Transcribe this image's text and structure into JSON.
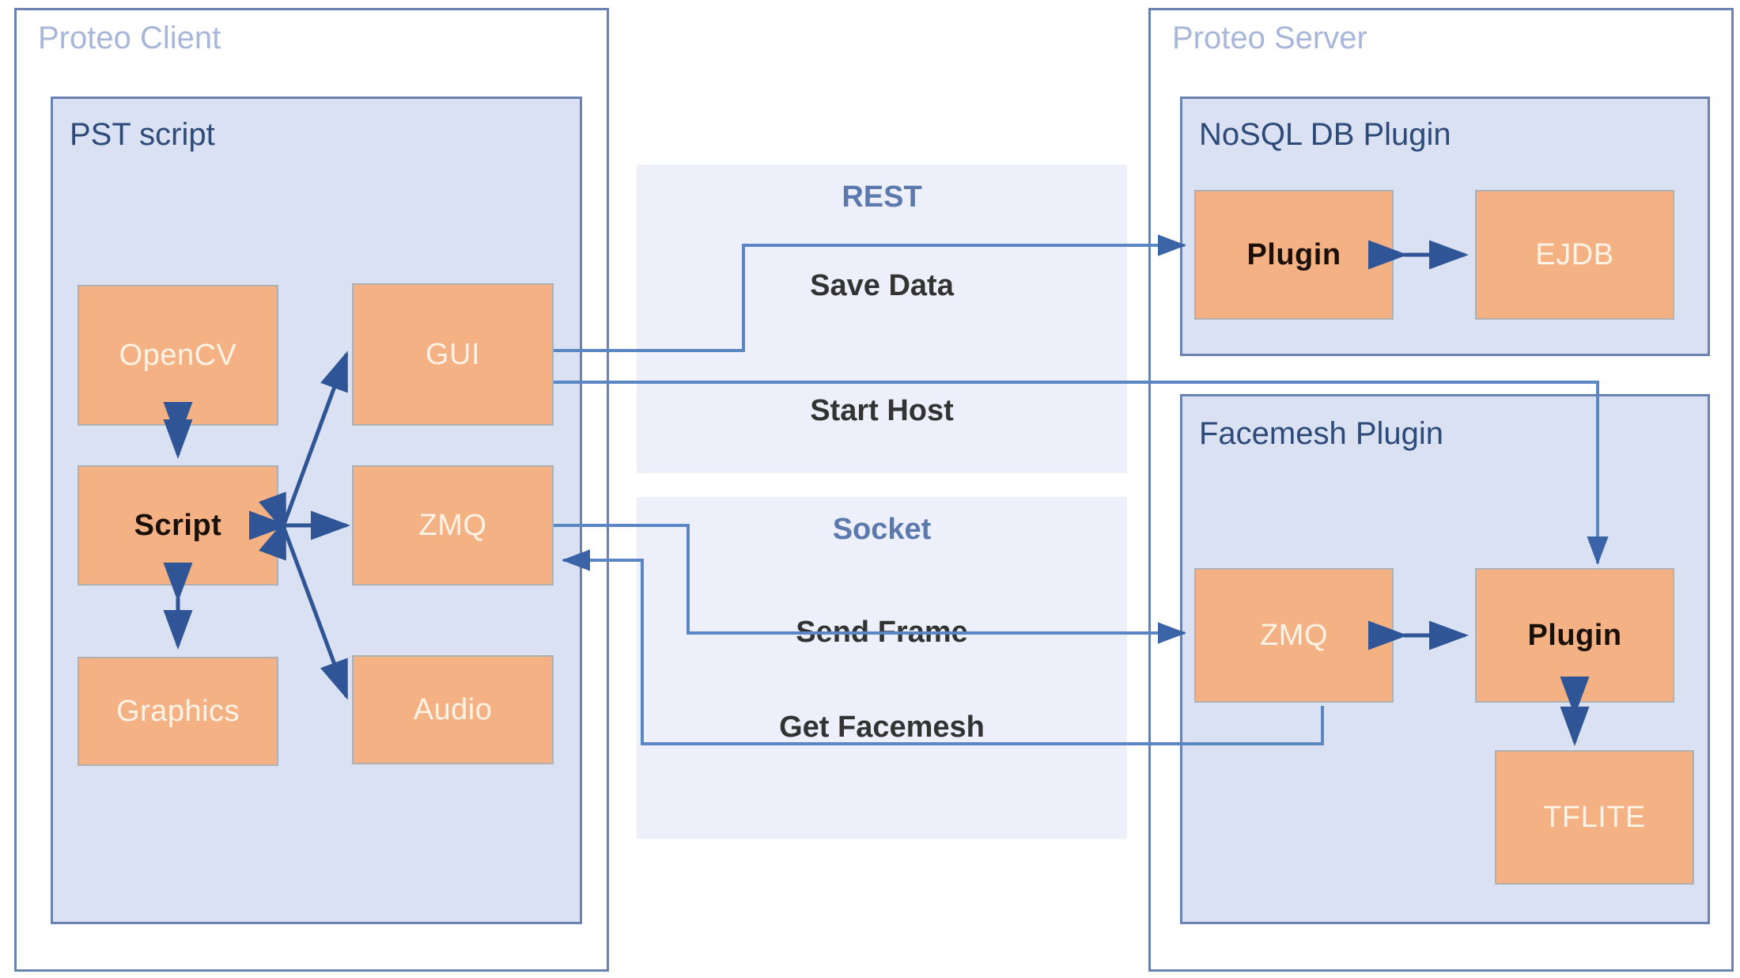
{
  "diagram": {
    "title": "Proteo Client / Server architecture",
    "colors": {
      "node_fill": "#F4B183",
      "group_fill": "#D9E1F2",
      "band_fill": "#EDF0FA",
      "border": "#6A82B0",
      "arrow": "#3B63A8",
      "outer_title_text": "#A7B6D9",
      "group_title_text": "#2E4A78",
      "flow_label_text": "#333333"
    }
  },
  "client": {
    "title": "Proteo Client",
    "group": {
      "title": "PST script",
      "nodes": {
        "opencv": "OpenCV",
        "script": "Script",
        "graphics": "Graphics",
        "gui": "GUI",
        "zmq": "ZMQ",
        "audio": "Audio"
      }
    }
  },
  "middle": {
    "rest": {
      "title": "REST",
      "flows": [
        "Save Data",
        "Start Host"
      ]
    },
    "socket": {
      "title": "Socket",
      "flows": [
        "Send Frame",
        "Get Facemesh"
      ]
    }
  },
  "server": {
    "title": "Proteo Server",
    "groups": [
      {
        "title": "NoSQL DB Plugin",
        "nodes": {
          "plugin": "Plugin",
          "db": "EJDB"
        }
      },
      {
        "title": "Facemesh Plugin",
        "nodes": {
          "zmq": "ZMQ",
          "plugin": "Plugin",
          "runtime": "TFLITE"
        }
      }
    ]
  }
}
